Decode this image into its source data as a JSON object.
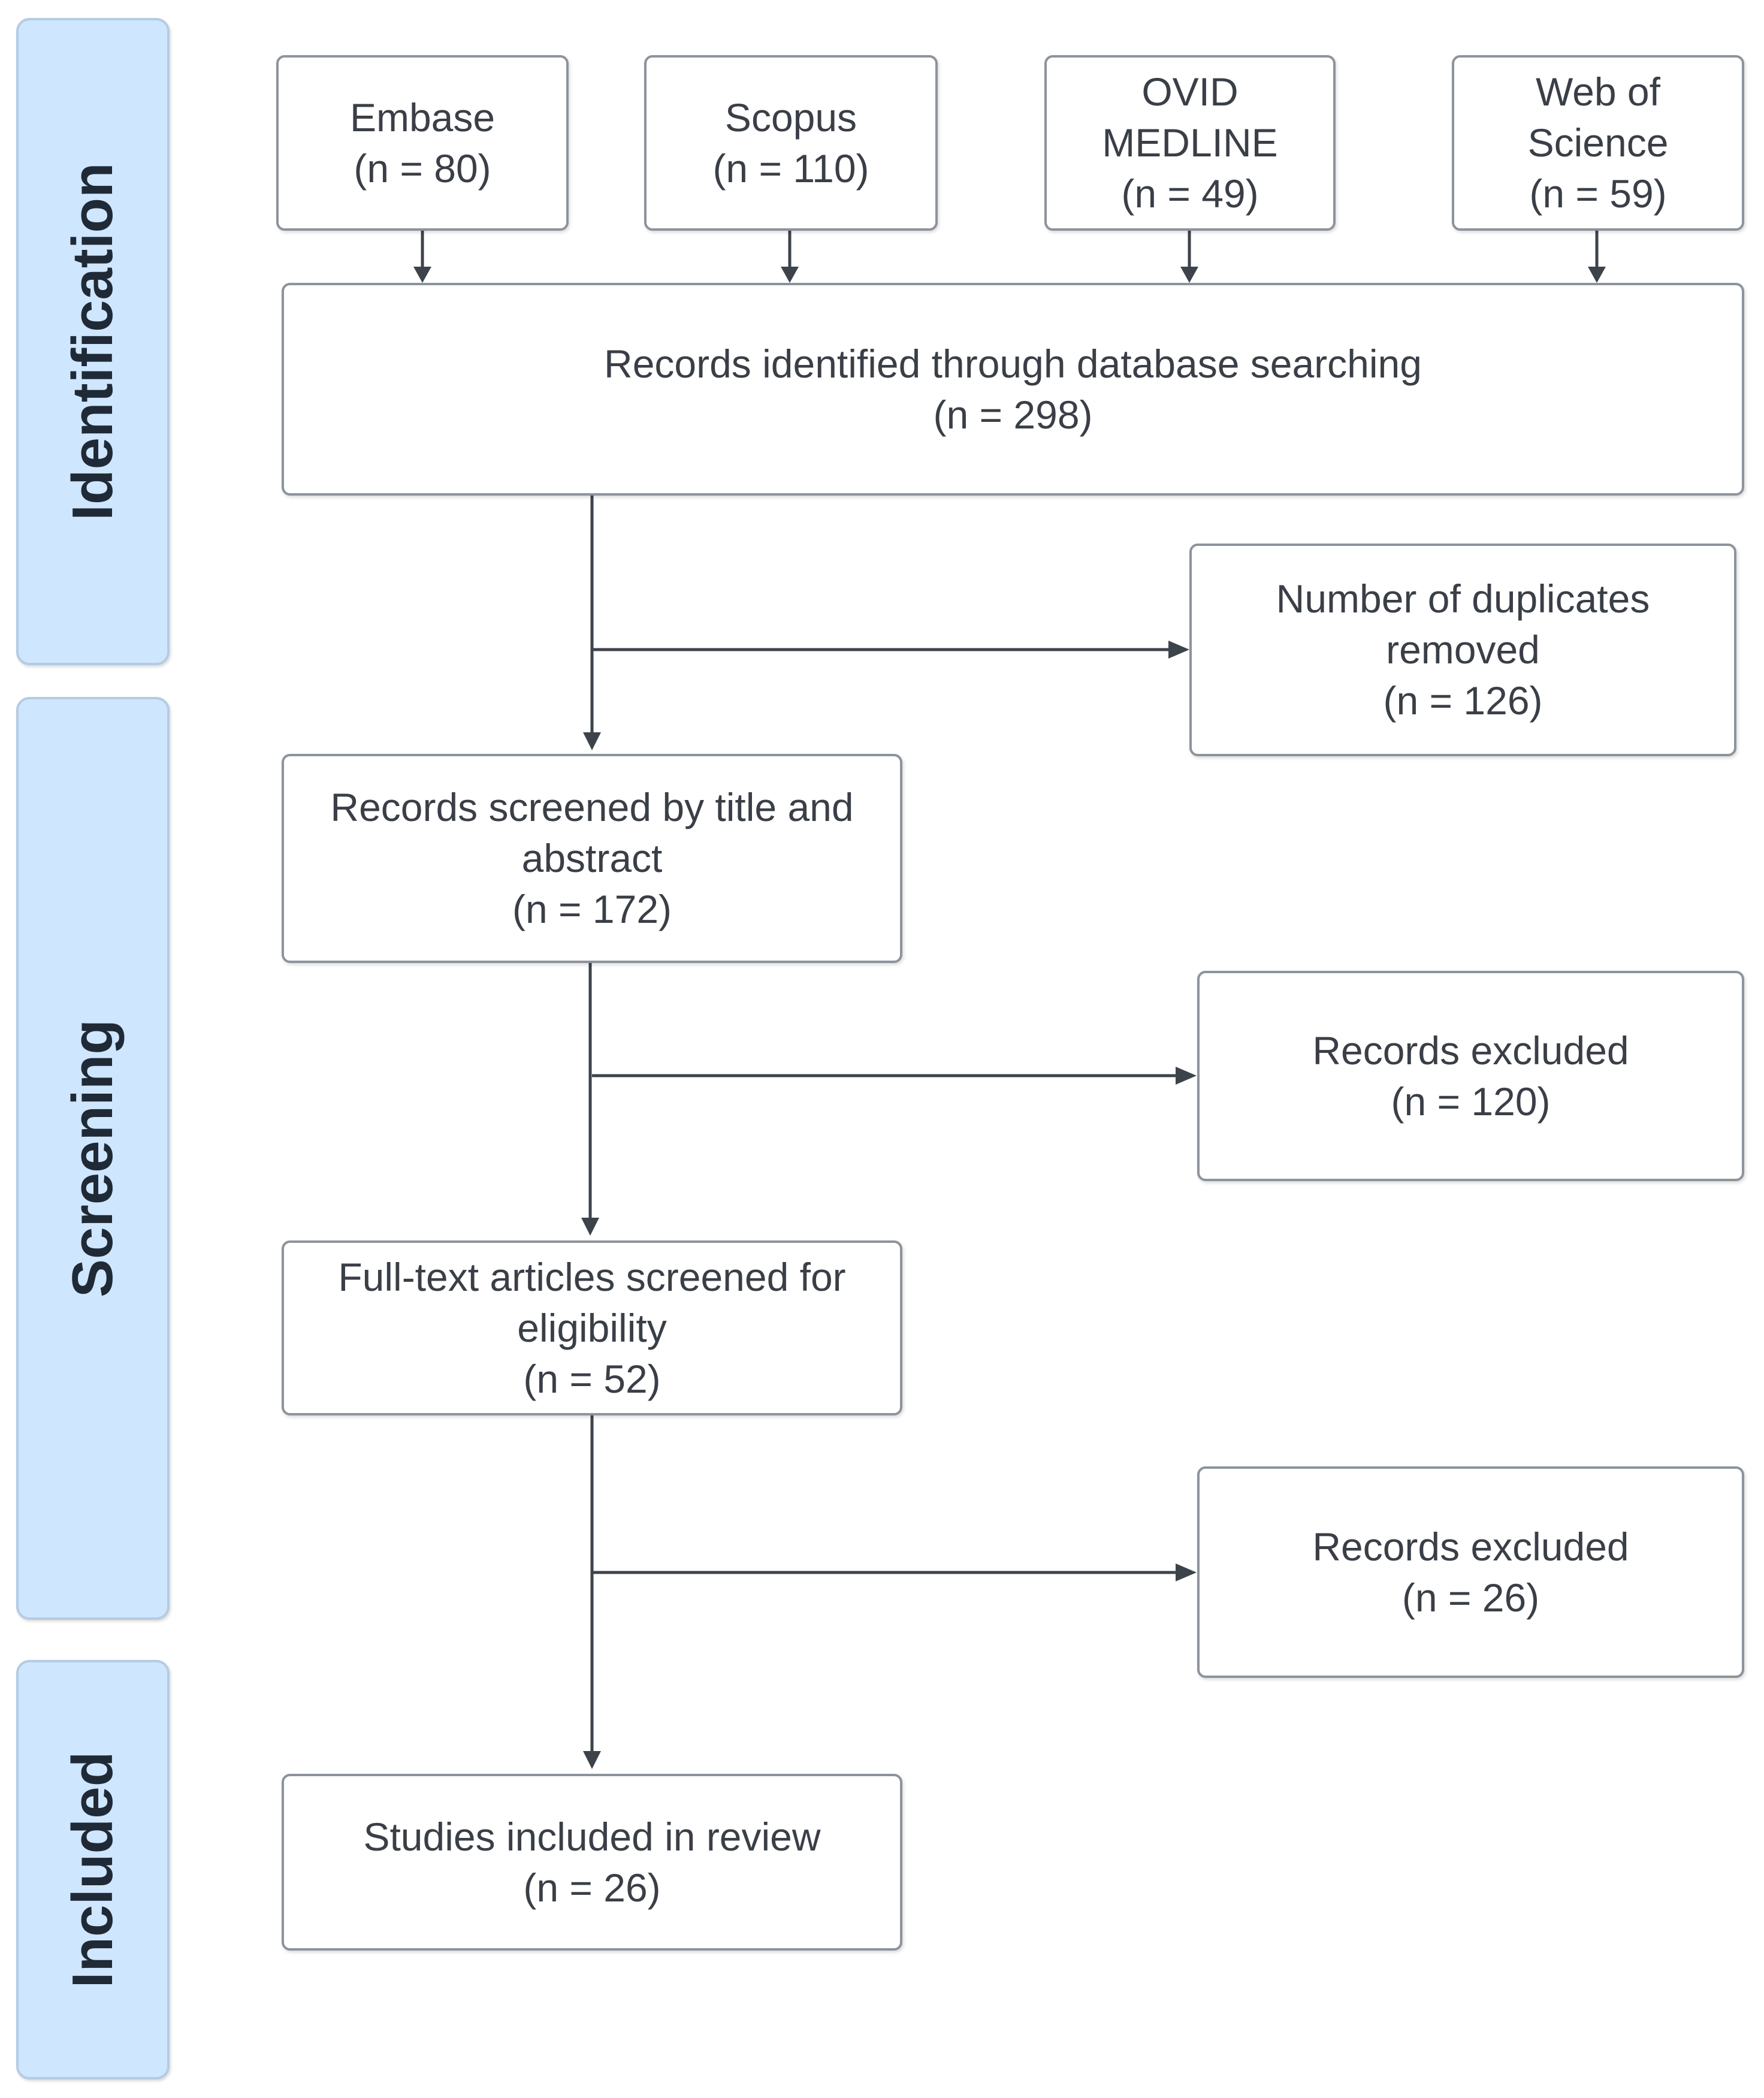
{
  "phases": {
    "identification": "Identification",
    "screening": "Screening",
    "included": "Included"
  },
  "sources": {
    "embase": {
      "name": "Embase",
      "count": "(n = 80)"
    },
    "scopus": {
      "name": "Scopus",
      "count": "(n = 110)"
    },
    "ovid": {
      "name_line1": "OVID",
      "name_line2": "MEDLINE",
      "count": "(n = 49)"
    },
    "wos": {
      "name_line1": "Web of",
      "name_line2": "Science",
      "count": "(n = 59)"
    }
  },
  "records_identified": {
    "line1": "Records identified through database searching",
    "count": "(n = 298)"
  },
  "duplicates_removed": {
    "line1": "Number of duplicates",
    "line2": "removed",
    "count": "(n = 126)"
  },
  "screened_title_abstract": {
    "line1": "Records screened by title and",
    "line2": "abstract",
    "count": "(n = 172)"
  },
  "excluded_1": {
    "line1": "Records excluded",
    "count": "(n = 120)"
  },
  "fulltext_screened": {
    "line1": "Full-text articles screened for",
    "line2": "eligibility",
    "count": "(n = 52)"
  },
  "excluded_2": {
    "line1": "Records excluded",
    "count": "(n = 26)"
  },
  "included_review": {
    "line1": "Studies included in review",
    "count": "(n = 26)"
  },
  "colors": {
    "phase_fill": "#cfe6ff",
    "phase_border": "#b4cbe3",
    "box_border": "#8d939c",
    "line": "#3d434b"
  }
}
